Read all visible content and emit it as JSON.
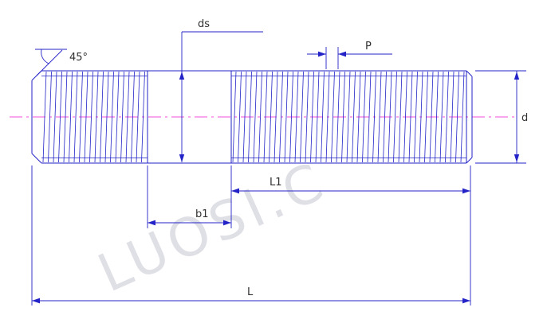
{
  "drawing": {
    "watermark_text": "LUOSI.C",
    "dimension_labels": {
      "chamfer_angle": "45°",
      "shank_diameter": "ds",
      "thread_pitch": "P",
      "thread_diameter": "d",
      "length_l1": "L1",
      "length_b1": "b1",
      "total_length": "L"
    },
    "colors": {
      "outline": "#2323c8",
      "centerline": "#f04fd8",
      "label_text": "#303030",
      "watermark": "#dfdfe6"
    }
  }
}
